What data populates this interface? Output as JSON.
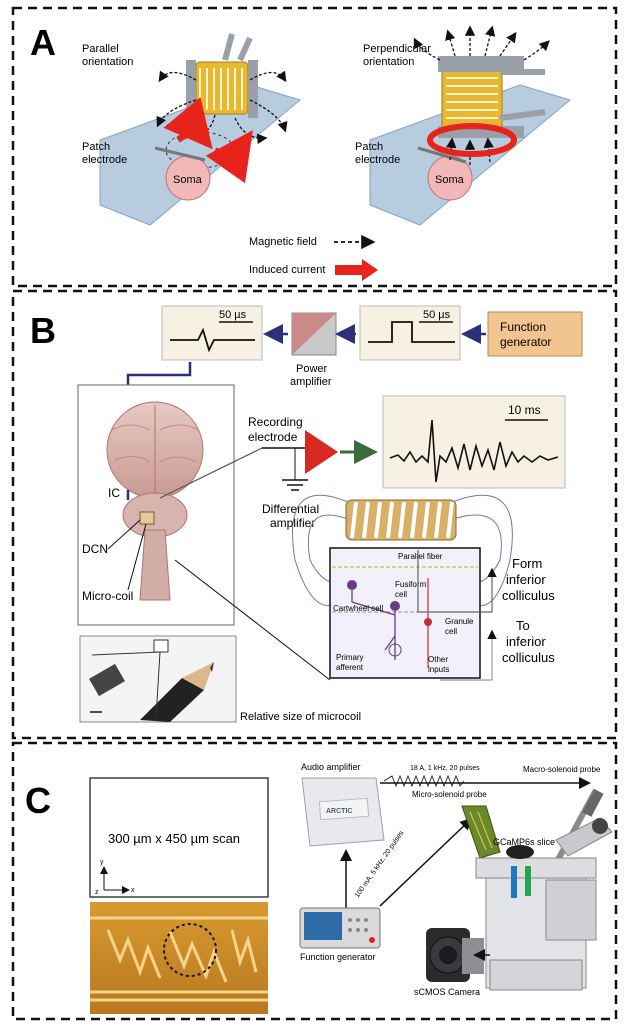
{
  "panels": {
    "a": {
      "letter": "A",
      "parallel_label_1": "Parallel",
      "parallel_label_2": "orientation",
      "perp_label_1": "Perpendicular",
      "perp_label_2": "orientation",
      "patch_1": "Patch",
      "electrode": "electrode",
      "soma": "Soma",
      "legend_field": "Magnetic field",
      "legend_current": "Induced current"
    },
    "b": {
      "letter": "B",
      "scale_50": "50 µs",
      "power_1": "Power",
      "power_2": "amplifier",
      "function_1": "Function",
      "function_2": "generator",
      "recording_1": "Recording",
      "recording_2": "electrode",
      "scale_10ms": "10 ms",
      "ic": "IC",
      "dcn": "DCN",
      "micro_coil": "Micro-coil",
      "diff_1": "Differential",
      "diff_2": "amplifier",
      "parallel_fiber": "Parallel fiber",
      "fusiform_1": "Fusiform",
      "fusiform_2": "cell",
      "cartwheel": "Cartwheel cell",
      "granule_1": "Granule",
      "granule_2": "cell",
      "primary_1": "Primary",
      "primary_2": "afferent",
      "other_1": "Other",
      "other_2": "inputs",
      "form_1": "Form",
      "form_2": "inferior",
      "form_3": "colliculus",
      "to_1": "To",
      "to_2": "inferior",
      "to_3": "colliculus",
      "relative_size": "Relative size of microcoil"
    },
    "c": {
      "letter": "C",
      "scan": "300 µm x 450 µm scan",
      "axis_y": "y",
      "axis_z": "z",
      "axis_x": "x",
      "audio_amp": "Audio amplifier",
      "pulse_18a": "18 A, 1 kHz, 20 pulses",
      "macro_probe": "Macro-solenoid probe",
      "micro_probe": "Micro-solenoid probe",
      "gcamp": "GCaMP6s slice",
      "pulse_100ma": "100 mA, 5 kHz, 20 pulses",
      "function_gen": "Function generator",
      "camera": "sCMOS Camera",
      "amp_brand": "ARCTIC"
    }
  },
  "colors": {
    "coil_gold": "#e8b830",
    "platform_blue": "#b8cce0",
    "soma_pink": "#f2b8b8",
    "red_arrow": "#e8231c",
    "navy_arrow": "#2c2f7a",
    "green_arrow": "#3a6b3a",
    "function_box": "#f2c490",
    "panel_beige": "#f7f1e3"
  }
}
